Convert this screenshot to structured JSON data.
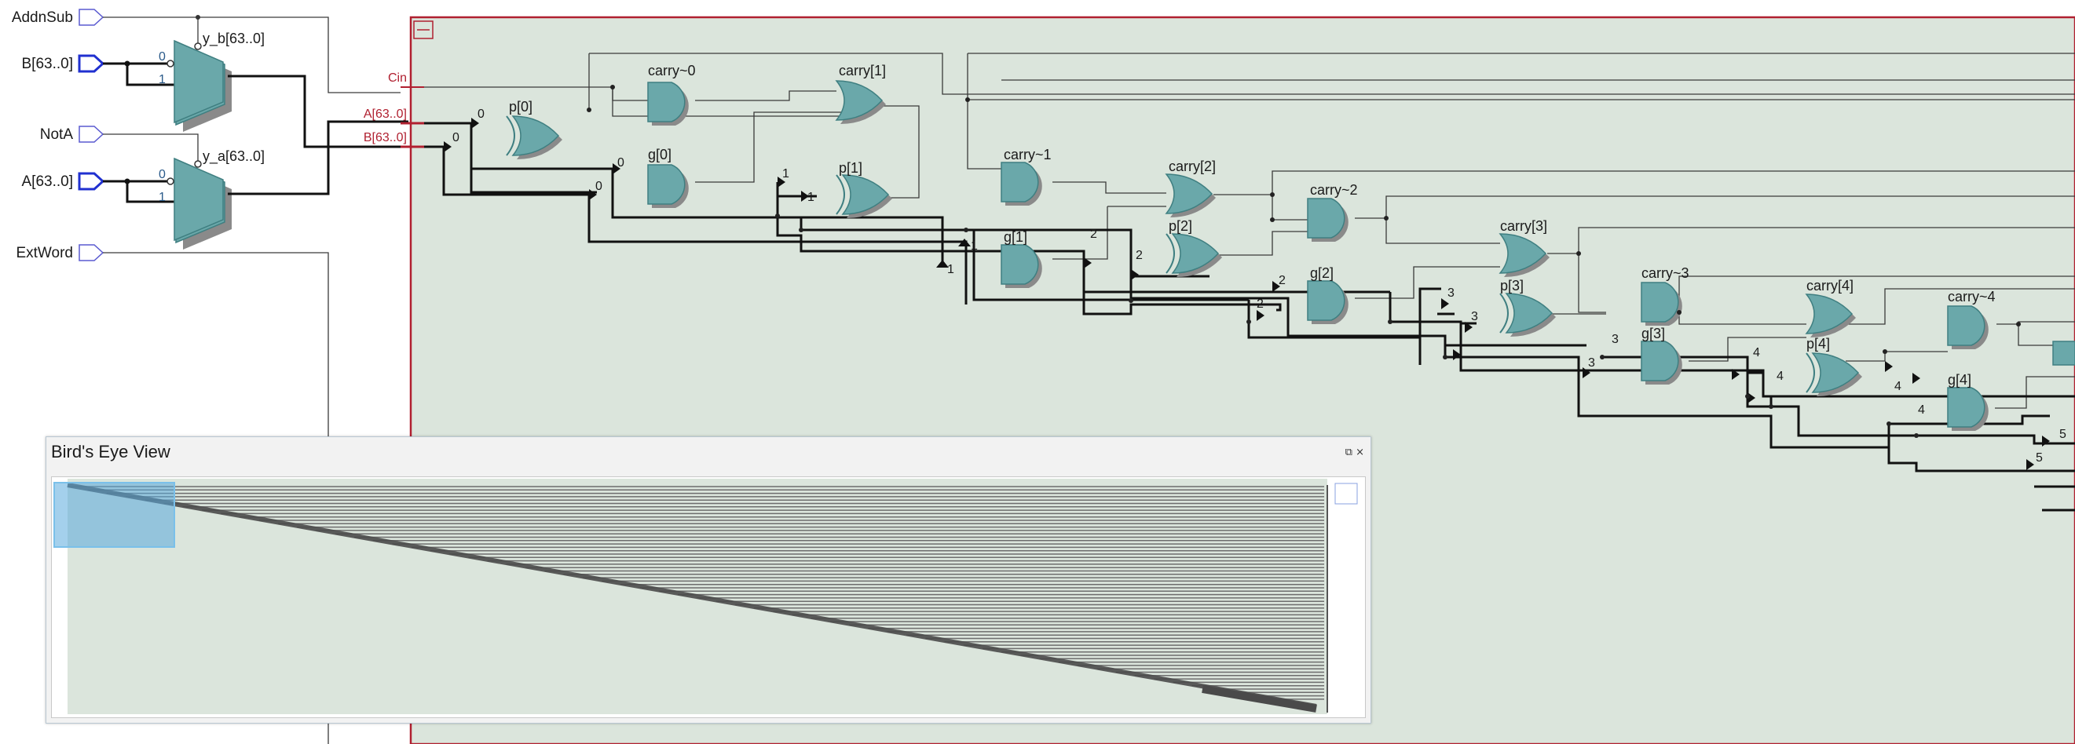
{
  "inputs": {
    "addnsub": "AddnSub",
    "b_bus": "B[63..0]",
    "nota": "NotA",
    "a_bus": "A[63..0]",
    "extword": "ExtWord"
  },
  "muxes": {
    "y_b": "y_b[63..0]",
    "y_a": "y_a[63..0]",
    "sel0": "0",
    "sel1": "1"
  },
  "ports": {
    "cin": "Cin",
    "a_port": "A[63..0]",
    "b_port": "B[63..0]"
  },
  "gates": [
    {
      "name": "carry~0"
    },
    {
      "name": "carry[1]"
    },
    {
      "name": "p[0]"
    },
    {
      "name": "g[0]"
    },
    {
      "name": "p[1]"
    },
    {
      "name": "carry~1"
    },
    {
      "name": "carry[2]"
    },
    {
      "name": "g[1]"
    },
    {
      "name": "p[2]"
    },
    {
      "name": "carry~2"
    },
    {
      "name": "carry[3]"
    },
    {
      "name": "g[2]"
    },
    {
      "name": "p[3]"
    },
    {
      "name": "carry~3"
    },
    {
      "name": "g[3]"
    },
    {
      "name": "carry[4]"
    },
    {
      "name": "p[4]"
    },
    {
      "name": "carry~4"
    },
    {
      "name": "g[4]"
    }
  ],
  "bit_labels": [
    "0",
    "0",
    "0",
    "0",
    "1",
    "1",
    "1",
    "1",
    "2",
    "2",
    "2",
    "2",
    "3",
    "3",
    "3",
    "3",
    "4",
    "4",
    "4",
    "4",
    "5",
    "5"
  ],
  "birds_eye": {
    "title": "Bird's Eye View",
    "restore_label": "⧉",
    "close_label": "×"
  },
  "colors": {
    "gate_fill": "#6aa8aa",
    "canvas_bg": "#dbe5dc",
    "frame": "#b02030"
  }
}
